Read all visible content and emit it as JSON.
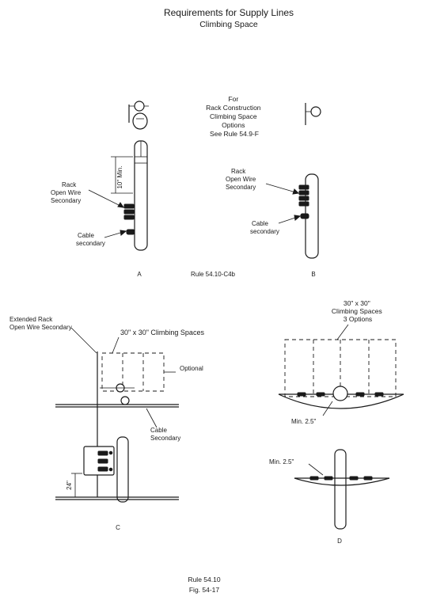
{
  "header": {
    "title": "Requirements for Supply Lines",
    "subtitle": "Climbing Space"
  },
  "fig_a": {
    "dim_label": "10\" Min.",
    "rack_label": [
      "Rack",
      "Open Wire",
      "Secondary"
    ],
    "cable_label": [
      "Cable",
      "secondary"
    ],
    "letter": "A"
  },
  "note": {
    "lines": [
      "For",
      "Rack Construction",
      "Climbing Space",
      "Options",
      "See Rule  54.9-F"
    ]
  },
  "fig_b": {
    "rack_label": [
      "Rack",
      "Open Wire",
      "Secondary"
    ],
    "cable_label": [
      "Cable",
      "secondary"
    ],
    "letter": "B"
  },
  "rule_ab": "Rule 54.10-C4b",
  "fig_c": {
    "extended_label": [
      "Extended Rack",
      "Open Wire Secondary"
    ],
    "climbing_label": "30\" x 30\" Climbing Spaces",
    "optional_label": "Optional",
    "cable_label": [
      "Cable",
      "Secondary"
    ],
    "dim_label": "24\"",
    "letter": "C"
  },
  "fig_d": {
    "climbing_label": [
      "30\" x 30\"",
      "Climbing Spaces",
      "3 Options"
    ],
    "min_top": "Min. 2.5\"",
    "min_bottom": "Min. 2.5\"",
    "letter": "D"
  },
  "footer": {
    "rule": "Rule 54.10",
    "fig": "Fig. 54-17"
  }
}
